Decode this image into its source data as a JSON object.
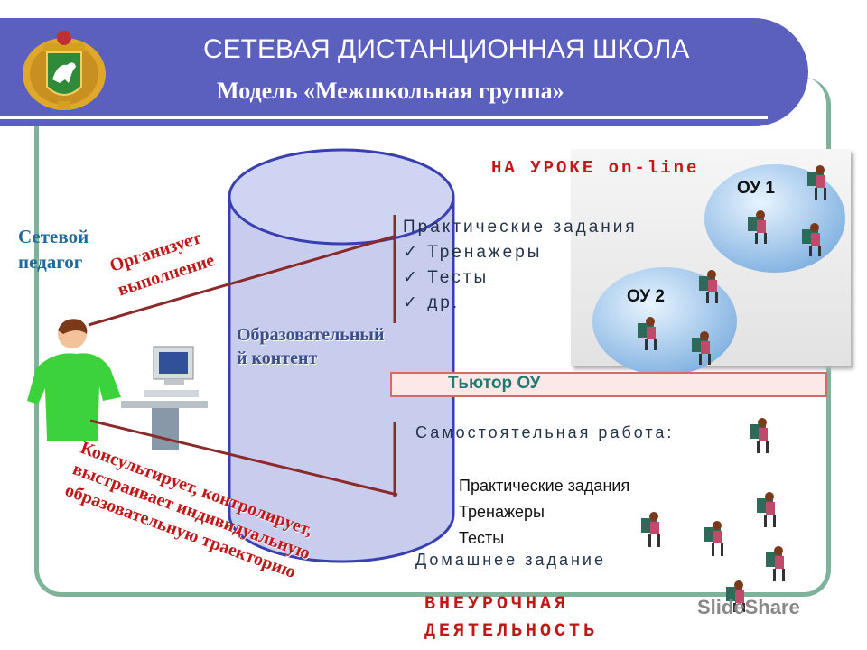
{
  "header": {
    "title": "СЕТЕВАЯ ДИСТАНЦИОННАЯ ШКОЛА",
    "subtitle": "Модель «Межшкольная группа»"
  },
  "teacher": {
    "label_line1": "Сетевой",
    "label_line2": "педагог"
  },
  "arrows": {
    "organizes_line1": "Организует",
    "organizes_line2": "выполнение",
    "consults_line1": "Консультирует, контролирует,",
    "consults_line2": "выстраивает индивидуальную",
    "consults_line3": "образовательную траекторию"
  },
  "content": {
    "label_line1": "Образовательный",
    "label_line2": "й контент"
  },
  "lesson": {
    "label": "НА УРОКЕ on-line",
    "tasks": [
      "Практические задания",
      "Тренажеры",
      "Тесты",
      "др."
    ],
    "school1": "ОУ 1",
    "school2": "ОУ 2"
  },
  "tutor": {
    "label": "Тьютор ОУ"
  },
  "self_work": {
    "title": "Самостоятельная работа:",
    "items": [
      "Практические задания",
      "Тренажеры",
      "Тесты"
    ],
    "homework": "Домашнее задание"
  },
  "extracurricular": {
    "label_line1": "ВНЕУРОЧНАЯ",
    "label_line2": "ДЕЯТЕЛЬНОСТЬ"
  },
  "watermark": {
    "text_a": "Slide",
    "text_b": "Share"
  },
  "colors": {
    "header": "#5b5fbd",
    "frame": "#7fb29a",
    "accent_red": "#c01818",
    "cylinder": "#c8cdee"
  }
}
